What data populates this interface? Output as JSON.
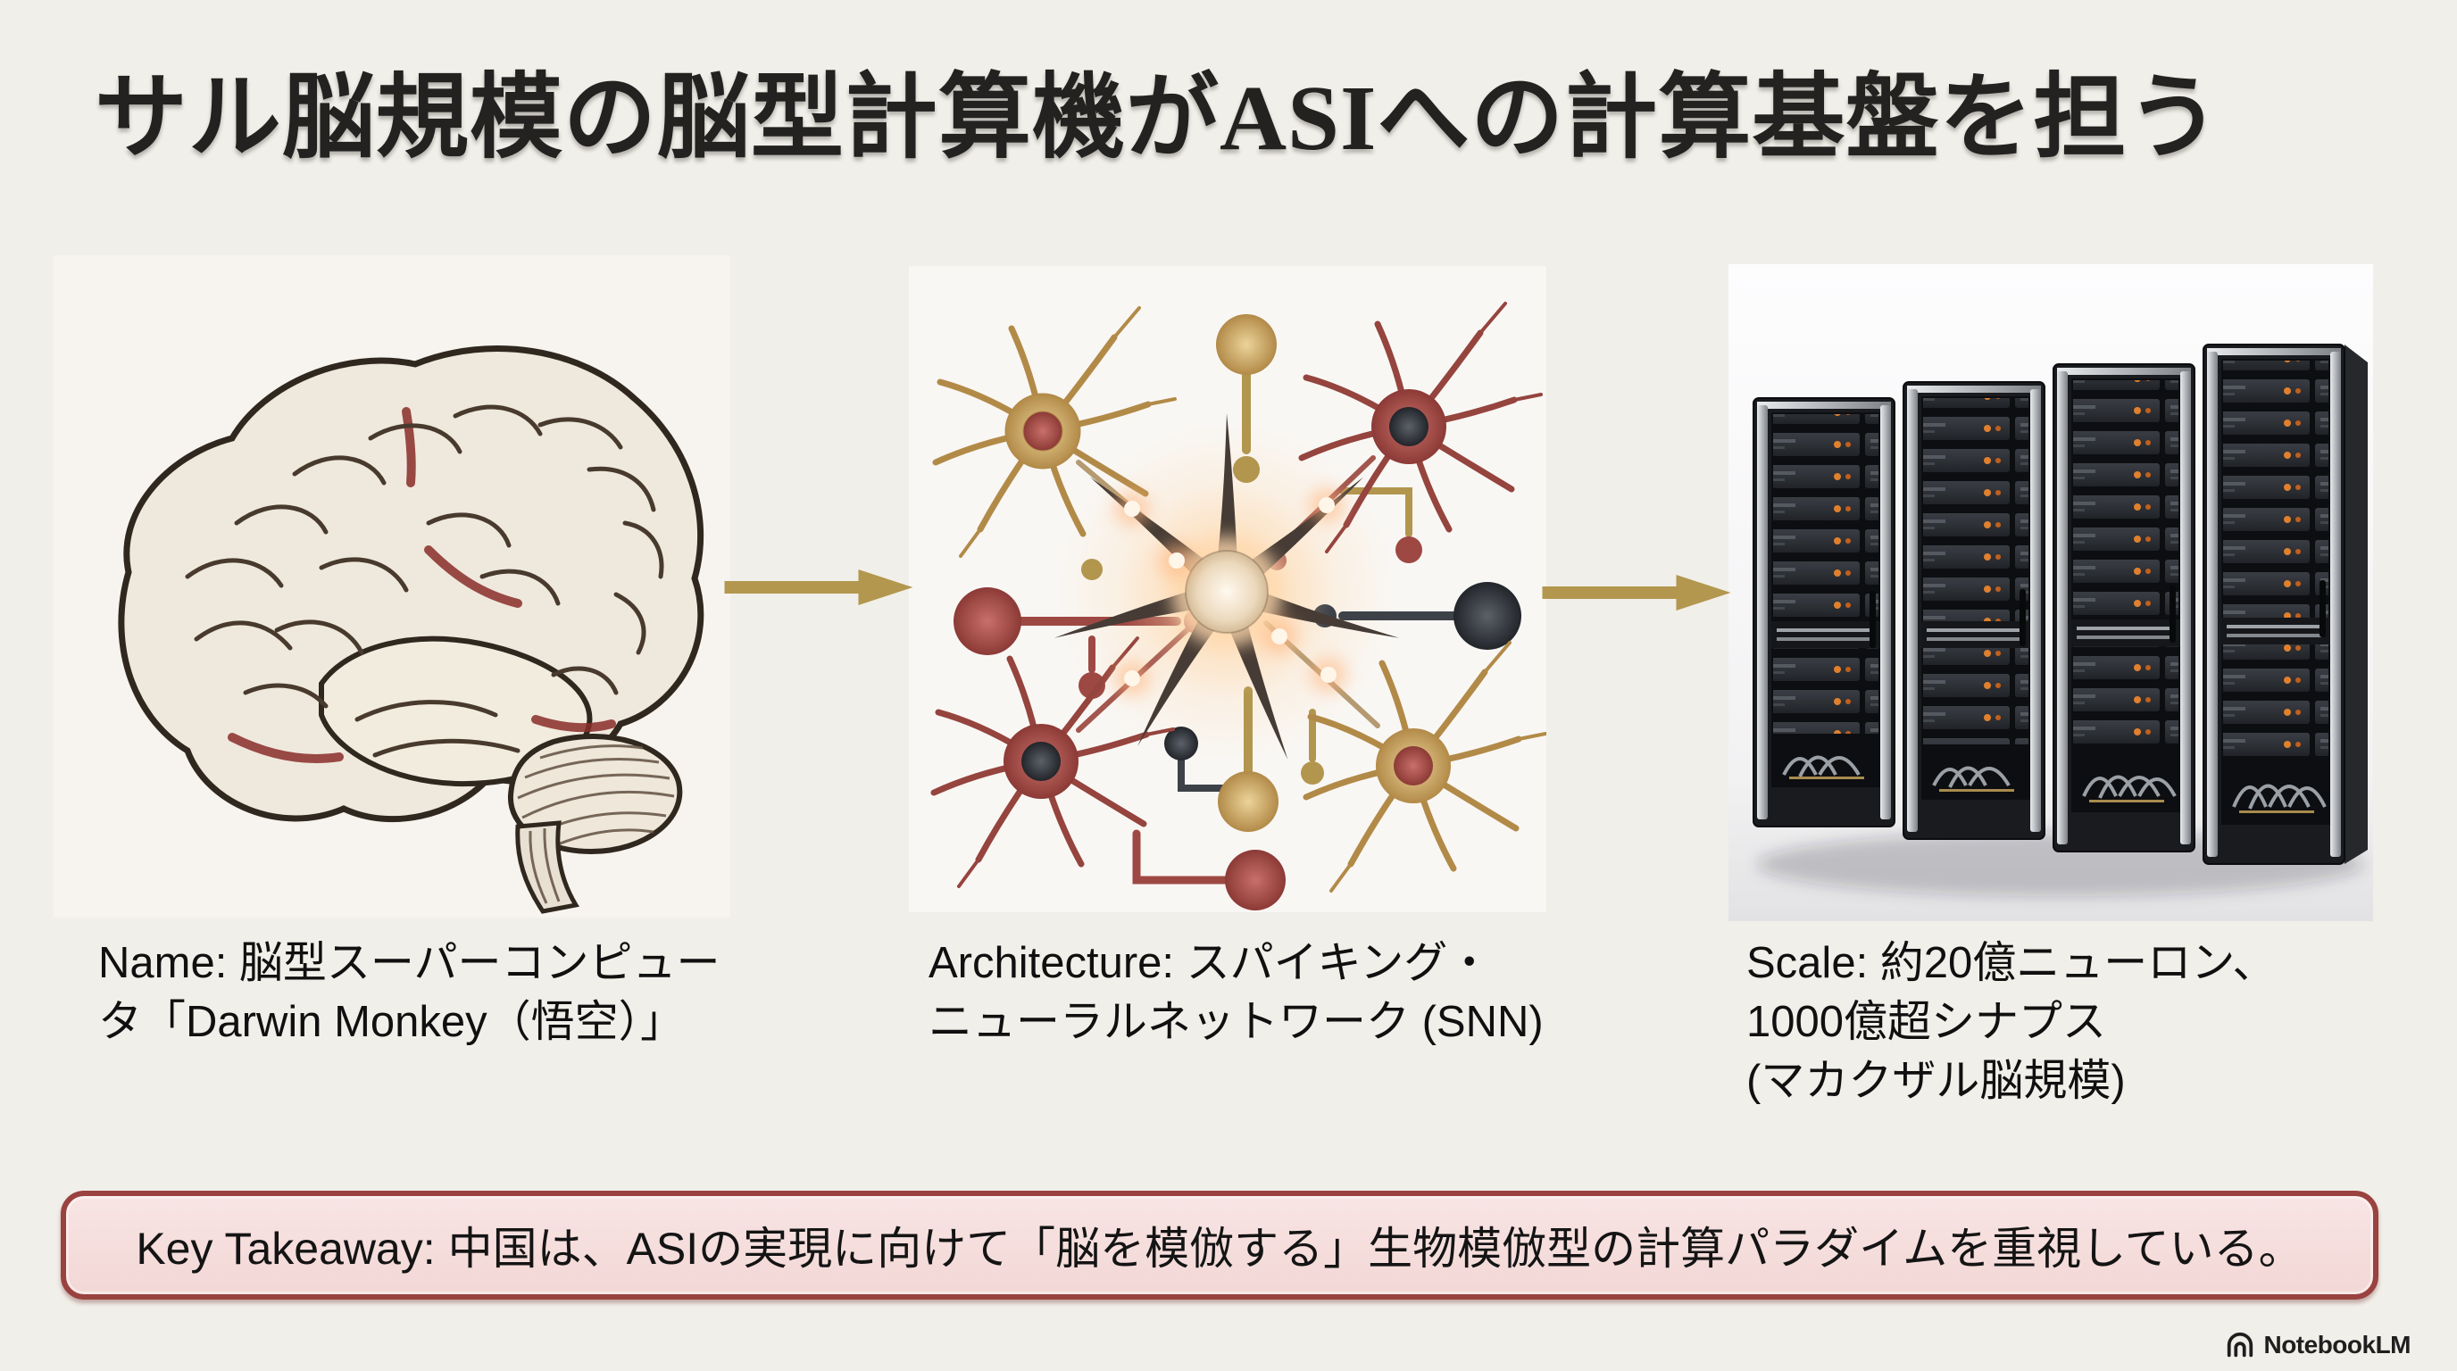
{
  "slide": {
    "title": "サル脳規模の脳型計算機がASIへの計算基盤を担う",
    "figures": [
      {
        "name": "brain-illustration",
        "caption_lines": [
          "Name: 脳型スーパーコンピュー",
          "タ「Darwin Monkey（悟空）」"
        ]
      },
      {
        "name": "spiking-neural-network-illustration",
        "caption_lines": [
          "Architecture: スパイキング・",
          "ニューラルネットワーク (SNN)"
        ]
      },
      {
        "name": "server-racks-photo",
        "caption_lines": [
          "Scale: 約20億ニューロン、",
          "1000億超シナプス",
          "(マカクザル脳規模)"
        ]
      }
    ],
    "takeaway": "Key Takeaway: 中国は、ASIの実現に向けて「脳を模倣する」生物模倣型の計算パラダイムを重視している。",
    "brand": "NotebookLM",
    "icons": {
      "arrow": "right-arrow",
      "brand_logo": "notebooklm-wave"
    },
    "colors": {
      "background": "#f1efe9",
      "arrow_gold": "#b3974e",
      "takeaway_border": "#99423f",
      "takeaway_bg": "#f7e2e1",
      "title_text": "#232220"
    }
  }
}
